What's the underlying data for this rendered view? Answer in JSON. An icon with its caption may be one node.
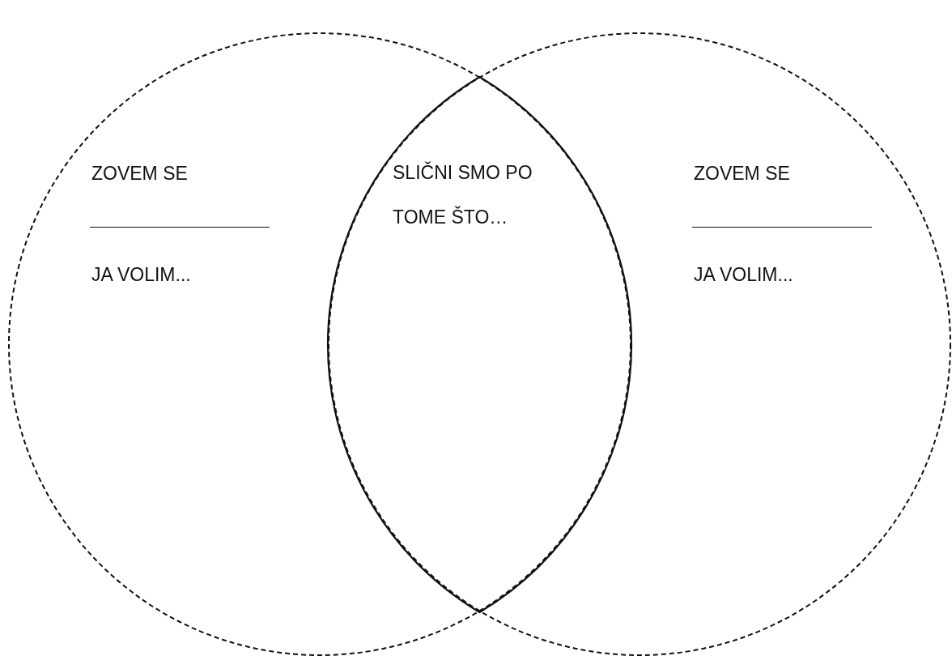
{
  "diagram": {
    "nodes": [
      {
        "text": [
          "ZOVEM SE",
          "JA VOLIM..."
        ]
      },
      {
        "text": [
          "SLIČNI SMO PO TOME ŠTO…"
        ]
      },
      {
        "text": [
          "ZOVEM SE",
          "JA VOLIM..."
        ]
      }
    ]
  }
}
